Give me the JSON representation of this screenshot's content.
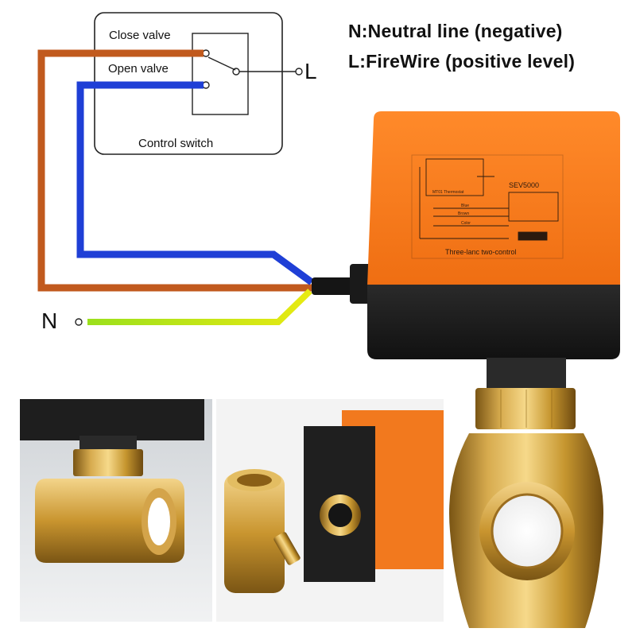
{
  "legend": {
    "neutral": "N:Neutral line (negative)",
    "firewire": "L:FireWire (positive level)"
  },
  "control_switch": {
    "close_label": "Close valve",
    "open_label": "Open valve",
    "caption": "Control switch"
  },
  "terminals": {
    "live": "L",
    "neutral": "N"
  },
  "actuator_label": {
    "model": "SEV5000",
    "caption": "Three-lanc two-control",
    "wire_blue": "Blue",
    "wire_brown": "Brown",
    "wire_color": "Color",
    "thermostat": "MT01 Thermostat"
  },
  "colors": {
    "brown_wire": "#c15a1e",
    "blue_wire": "#1f3fd6",
    "green_wire": "#7fd21e",
    "yellow_wire": "#f2e20a",
    "actuator_orange": "#f47a1f",
    "actuator_black": "#1d1d1d",
    "brass": "#c99a3a"
  }
}
